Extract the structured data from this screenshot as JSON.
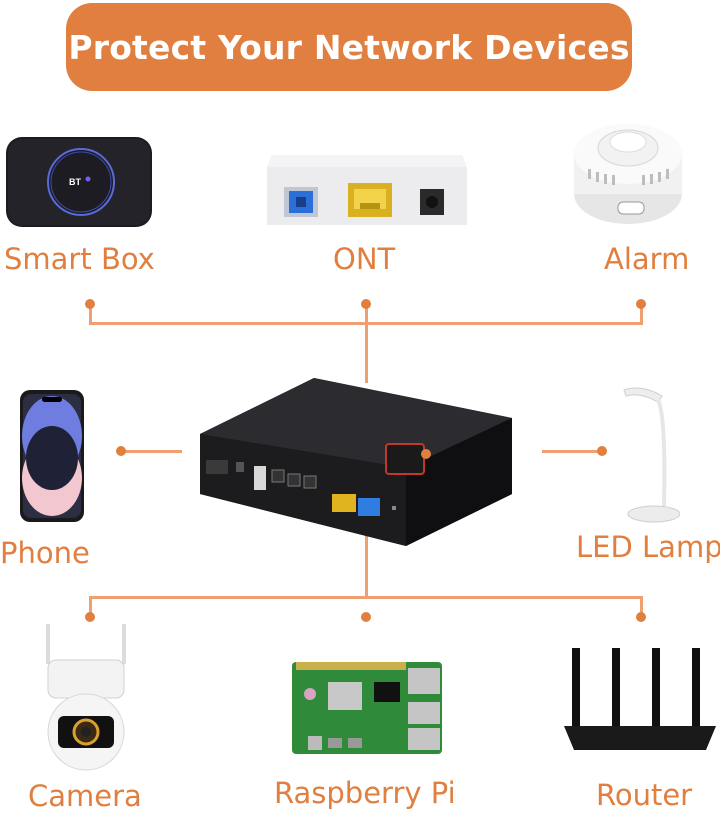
{
  "banner": {
    "title": "Protect Your Network Devices"
  },
  "devices": {
    "smart_box": {
      "label": "Smart Box"
    },
    "ont": {
      "label": "ONT"
    },
    "alarm": {
      "label": "Alarm"
    },
    "phone": {
      "label": "Phone"
    },
    "led_lamp": {
      "label": "LED Lamp"
    },
    "camera": {
      "label": "Camera"
    },
    "raspberry_pi": {
      "label": "Raspberry Pi"
    },
    "router": {
      "label": "Router"
    }
  },
  "colors": {
    "accent": "#e07f3f",
    "line": "#f0a070"
  }
}
